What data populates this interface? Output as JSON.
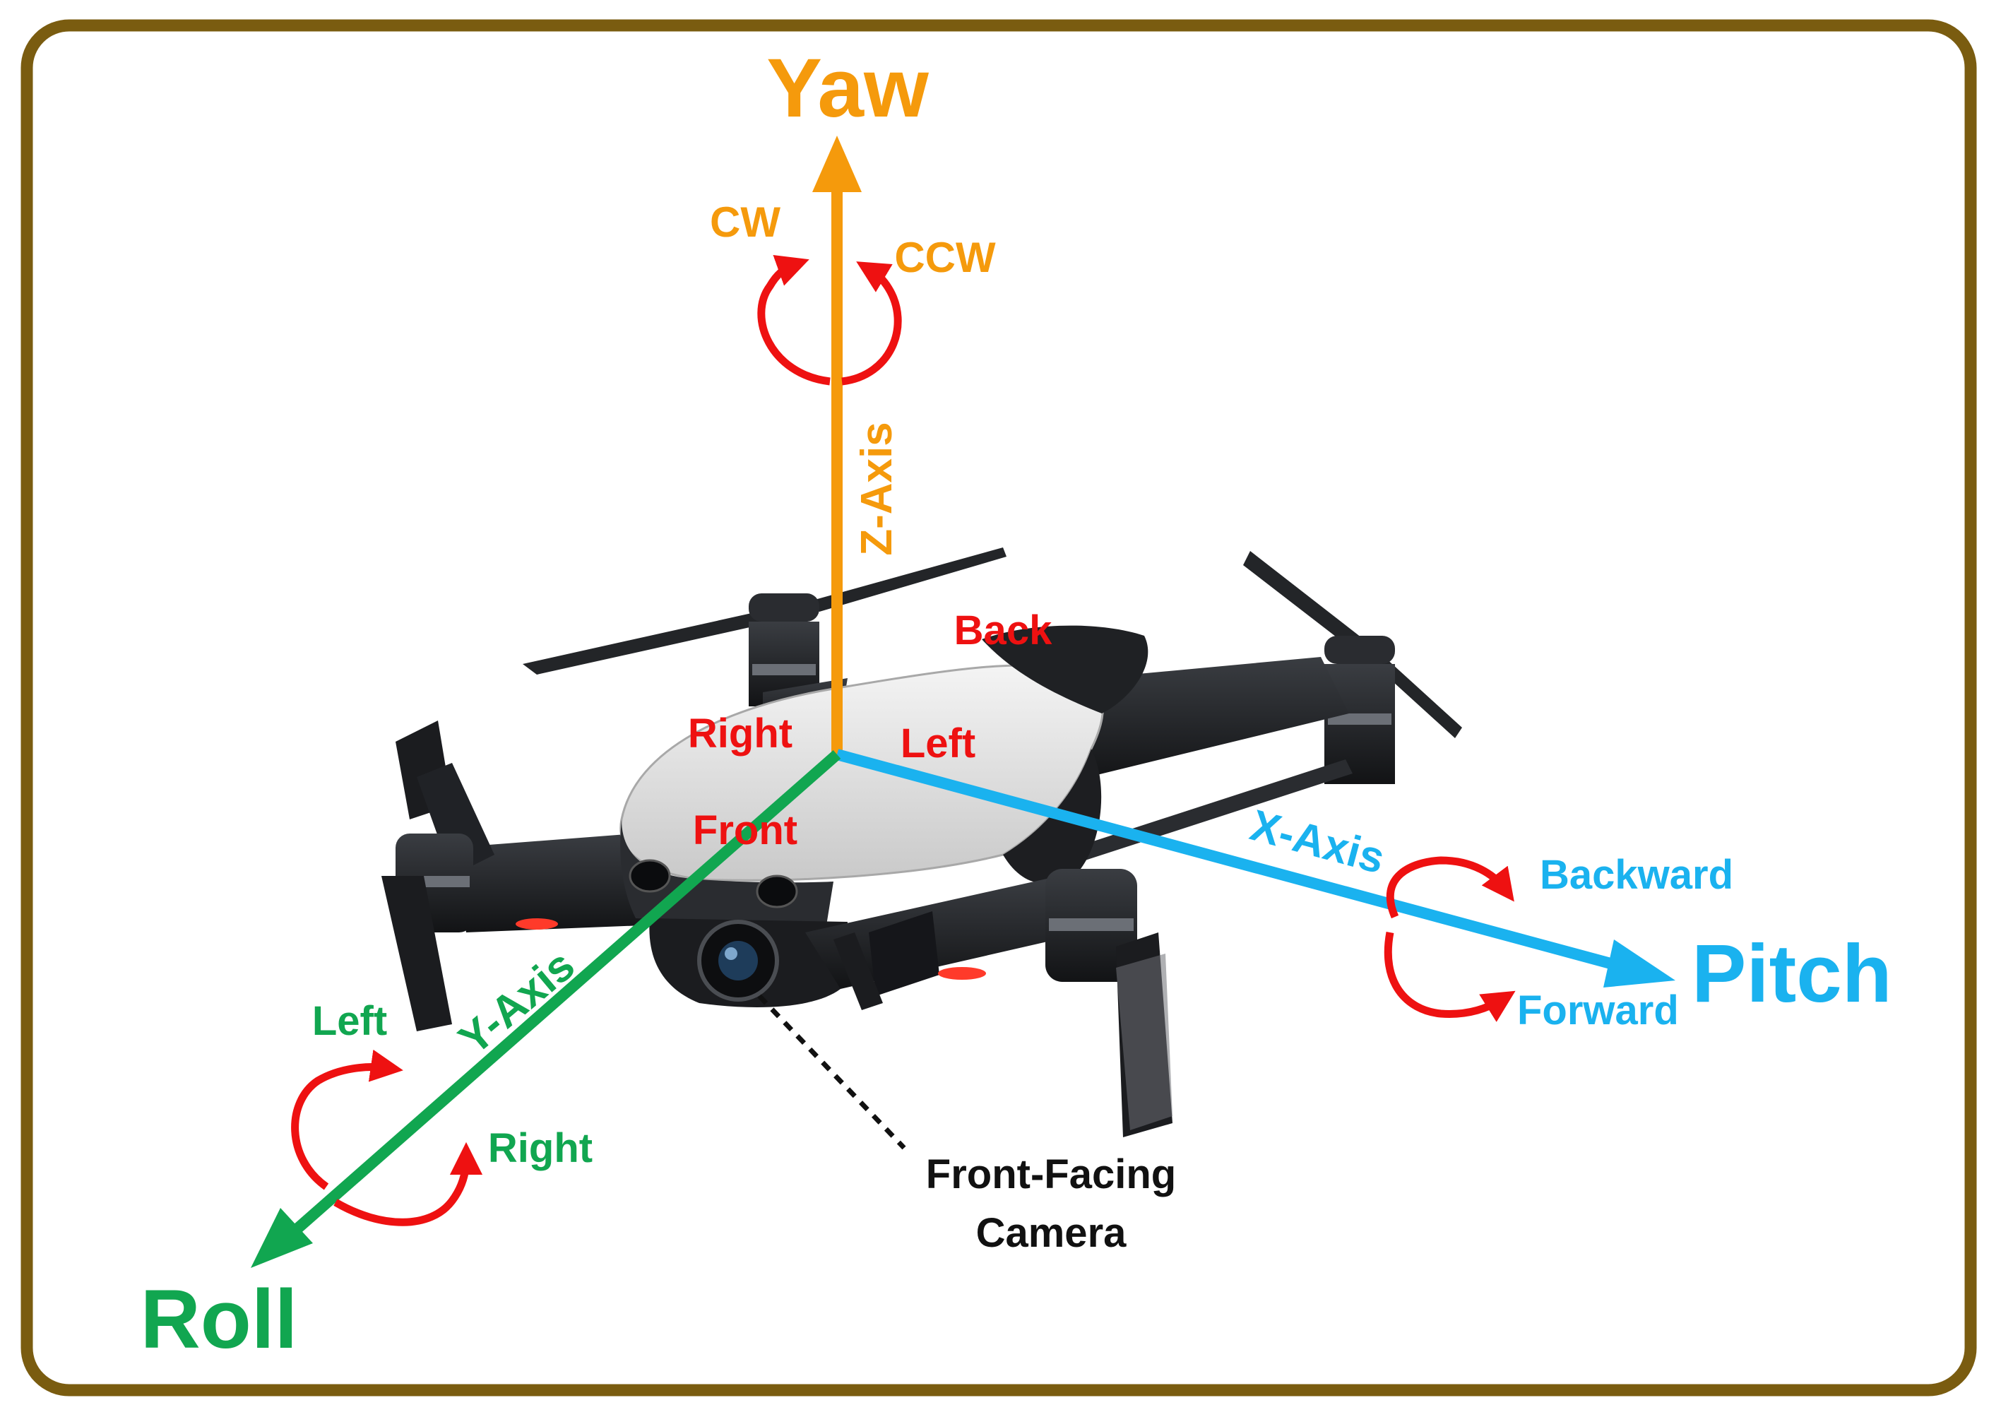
{
  "colors": {
    "frame": "#7a5c10",
    "yaw": "#f59a0c",
    "pitch": "#1ab2ef",
    "roll": "#11a650",
    "direction": "#ee1111",
    "camera_label": "#111111",
    "drone_dark": "#1f2124",
    "drone_light": "#e6e6e6"
  },
  "yaw": {
    "title": "Yaw",
    "axis": "Z-Axis",
    "cw": "CW",
    "ccw": "CCW"
  },
  "pitch": {
    "title": "Pitch",
    "axis": "X-Axis",
    "backward": "Backward",
    "forward": "Forward"
  },
  "roll": {
    "title": "Roll",
    "axis": "Y-Axis",
    "left": "Left",
    "right": "Right"
  },
  "drone_sides": {
    "back": "Back",
    "right": "Right",
    "left": "Left",
    "front": "Front"
  },
  "camera": {
    "line1": "Front-Facing",
    "line2": "Camera"
  }
}
